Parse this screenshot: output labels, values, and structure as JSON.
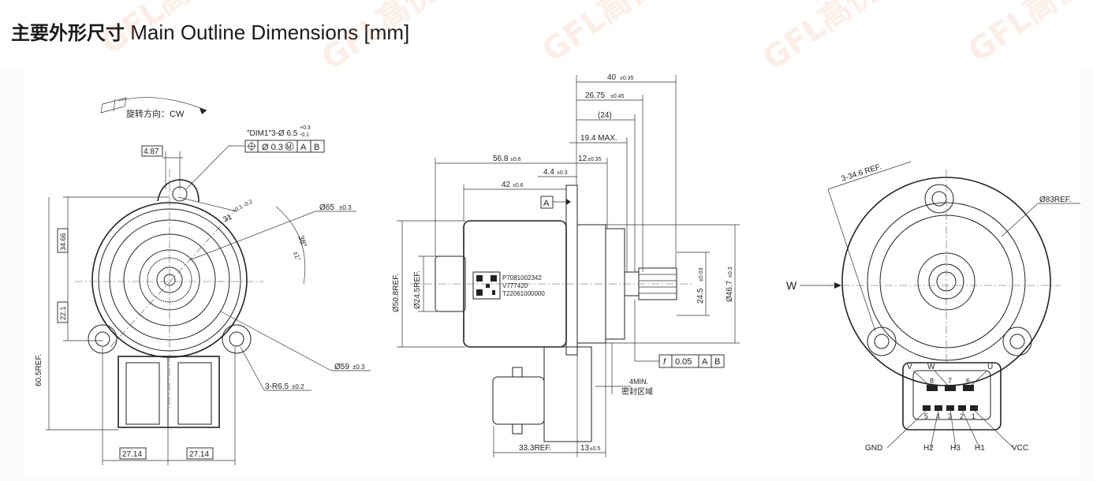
{
  "header": {
    "title_zh": "主要外形尺寸",
    "title_en": "Main Outline Dimensions [mm]"
  },
  "watermark": {
    "text": "GFL高悦"
  },
  "front_view": {
    "rotation_label": "旋转方向：CW",
    "dim_487": "4.87",
    "hole_note_line1": "\"DIM1\"3-Ø 6.5",
    "hole_tol_plus": "+0.3",
    "hole_tol_minus": "-0.1",
    "fcf_tolerance": "Ø 0.3",
    "fcf_modifier": "M",
    "datum_a": "A",
    "datum_b": "B",
    "dim_31": "31",
    "dim_31_tol": "+0.1 -0.2",
    "dim_d65": "Ø65",
    "dim_d65_tol": "±0.3",
    "dim_38": "38°",
    "dim_38_tol": "±1°",
    "dim_3466": "34.66",
    "dim_221": "22.1",
    "dim_605": "60.5REF.",
    "dim_d59": "Ø59",
    "dim_d59_tol": "±0.3",
    "dim_r65": "3-R6.5",
    "dim_r65_tol": "±0.2",
    "dim_2714_left": "27.14",
    "dim_2714_right": "27.14"
  },
  "side_view": {
    "dim_40": "40",
    "dim_40_tol": "±0.35",
    "dim_2675": "26.75",
    "dim_2675_tol": "±0.45",
    "dim_24": "(24)",
    "dim_194": "19.4 MAX.",
    "dim_568": "56.8",
    "dim_568_tol": "±0.6",
    "dim_12": "12",
    "dim_12_tol": "±0.35",
    "dim_44": "4.4",
    "dim_44_tol": "±0.3",
    "dim_42": "42",
    "dim_42_tol": "±0.6",
    "datum_a": "A",
    "dim_d508": "Ø50.8REF.",
    "dim_d245ref": "Ø24.5REF.",
    "label_line1": "P7081002342",
    "label_line2": "V777420",
    "label_line3": "T22061000000",
    "dim_245": "24.5",
    "dim_245_tol": "±0.03",
    "dim_d467": "Ø46.7",
    "dim_d467_tol": "±0.3",
    "fcf_sym": "f",
    "fcf_value": "0.05",
    "fcf_a": "A",
    "fcf_b": "B",
    "dim_4min": "4MIN.",
    "seal_label": "密封区域",
    "dim_333": "33.3REF.",
    "dim_13": "13",
    "dim_13_tol": "±0.5"
  },
  "rear_view": {
    "dim_3346": "3-34.6 REF.",
    "dim_d83": "Ø83REF.",
    "view_arrow": "W",
    "pin_top_labels": [
      "V",
      "W",
      "U"
    ],
    "pin_top_numbers": [
      "8",
      "7",
      "6"
    ],
    "pin_bottom_numbers": [
      "5",
      "4",
      "3",
      "2",
      "1"
    ],
    "pin_names": [
      "GND",
      "H2",
      "H3",
      "H1",
      "VCC"
    ]
  }
}
